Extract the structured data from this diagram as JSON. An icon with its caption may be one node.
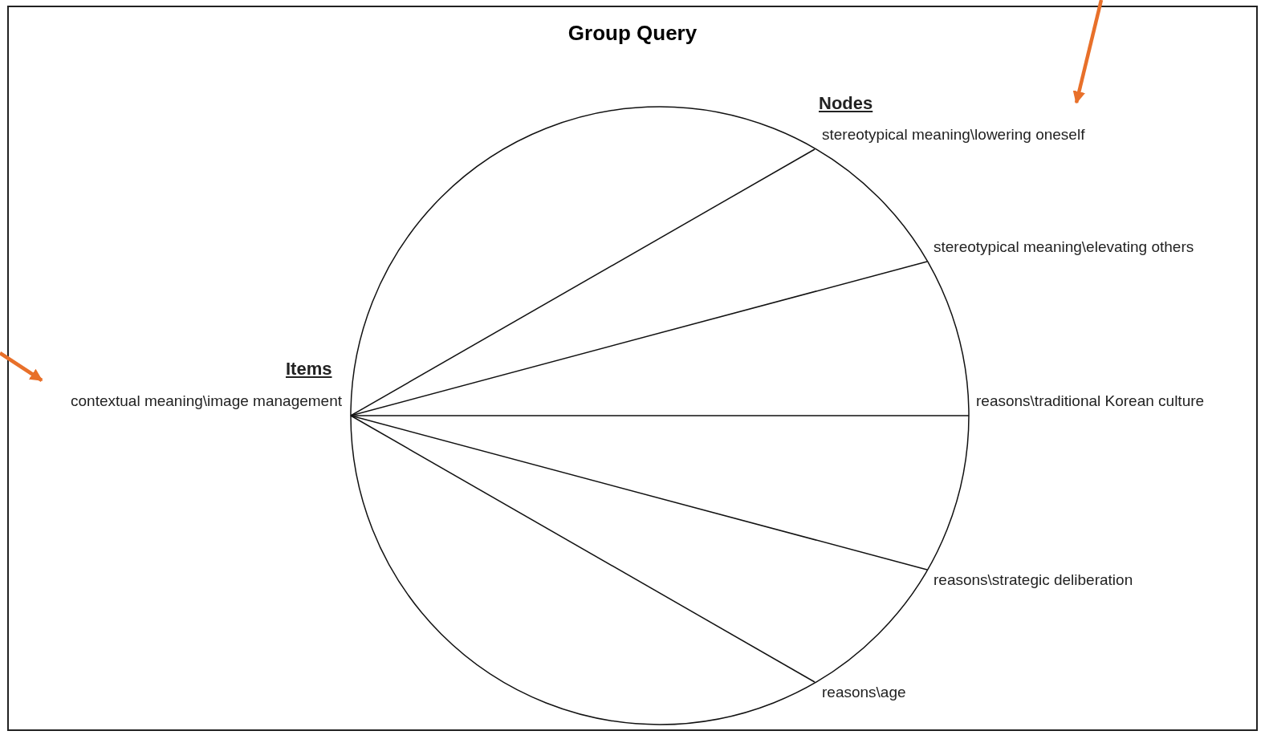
{
  "diagram": {
    "title": "Group Query",
    "nodes": [
      {
        "text": [
          "contextual meaning\\image management"
        ]
      },
      {
        "text": [
          "stereotypical meaning\\lowering oneself"
        ]
      },
      {
        "text": [
          "stereotypical meaning\\elevating others"
        ]
      },
      {
        "text": [
          "reasons\\traditional Korean culture"
        ]
      },
      {
        "text": [
          "reasons\\strategic deliberation"
        ]
      },
      {
        "text": [
          "reasons\\age"
        ]
      }
    ],
    "edges": [
      {
        "from": 0,
        "to": 1,
        "arrow": "none"
      },
      {
        "from": 0,
        "to": 2,
        "arrow": "none"
      },
      {
        "from": 0,
        "to": 3,
        "arrow": "none"
      },
      {
        "from": 0,
        "to": 4,
        "arrow": "none"
      },
      {
        "from": 0,
        "to": 5,
        "arrow": "none"
      },
      {
        "from": null,
        "to": 1,
        "arrow": "to",
        "style": "thick",
        "color": "#e8702a"
      },
      {
        "from": null,
        "to": 0,
        "arrow": "to",
        "style": "thick",
        "color": "#e8702a"
      }
    ],
    "labels": [
      "Items",
      "Nodes"
    ]
  }
}
